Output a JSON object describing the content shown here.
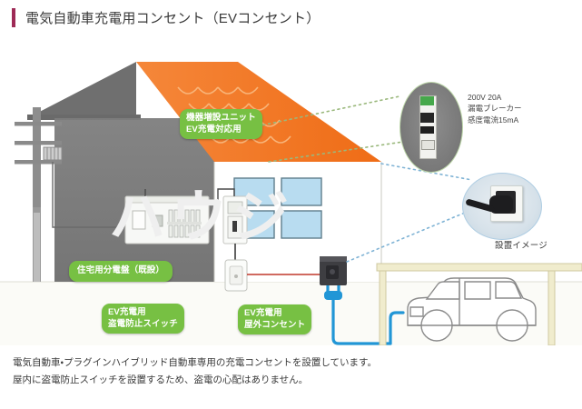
{
  "page_title": "電気自動車充電用コンセント（EVコンセント）",
  "accent_color": "#9e2a56",
  "callout_color": "#77c043",
  "roof_color": "#f47b20",
  "wall_color": "#7a7a7a",
  "cable_color": "#2196d6",
  "wire_color": "#c0392b",
  "watermark": "ハウジ",
  "callouts": {
    "unit": {
      "line1": "機器増設ユニット",
      "line2": "EV充電対応用"
    },
    "panel": {
      "line1": "住宅用分電盤（既設）"
    },
    "switch": {
      "line1": "EV充電用",
      "line2": "盗電防止スイッチ"
    },
    "outlet": {
      "line1": "EV充電用",
      "line2": "屋外コンセント"
    }
  },
  "insets": {
    "breaker": {
      "icon": "breaker-photo",
      "spec_line1": "200V  20A",
      "spec_line2": "漏電ブレーカー",
      "spec_line3": "感度電流15mA"
    },
    "outlet": {
      "icon": "outlet-photo",
      "caption": "設置イメージ"
    }
  },
  "caption": {
    "line1": "電気自動車・プラグインハイブリッド自動車専用の充電コンセントを設置しています。",
    "line2": "屋内に盗電防止スイッチを設置するため、盗電の心配はありません。"
  }
}
